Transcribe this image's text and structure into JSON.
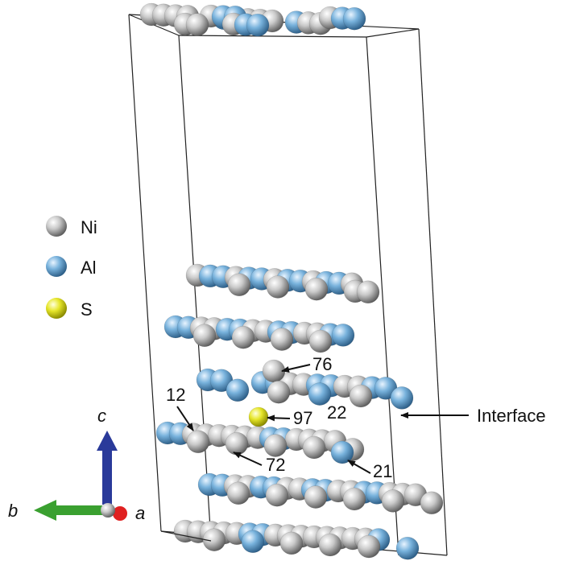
{
  "legend": [
    {
      "element": "ni",
      "label": "Ni",
      "color": "#9a9a9a"
    },
    {
      "element": "al",
      "label": "Al",
      "color": "#5a9ac8"
    },
    {
      "element": "s",
      "label": "S",
      "color": "#d8d820"
    }
  ],
  "site_labels": {
    "n76": "76",
    "n12": "12",
    "n97": "97",
    "n22": "22",
    "n72": "72",
    "n21": "21"
  },
  "interface_label": "Interface",
  "axes": {
    "c": "c",
    "b": "b",
    "a": "a"
  },
  "colors": {
    "ni": "#9a9a9a",
    "al": "#5a9ac8",
    "s": "#d8d820",
    "axis_c": "#2a3a9a",
    "axis_b": "#3aa030",
    "axis_a": "#e02020"
  }
}
